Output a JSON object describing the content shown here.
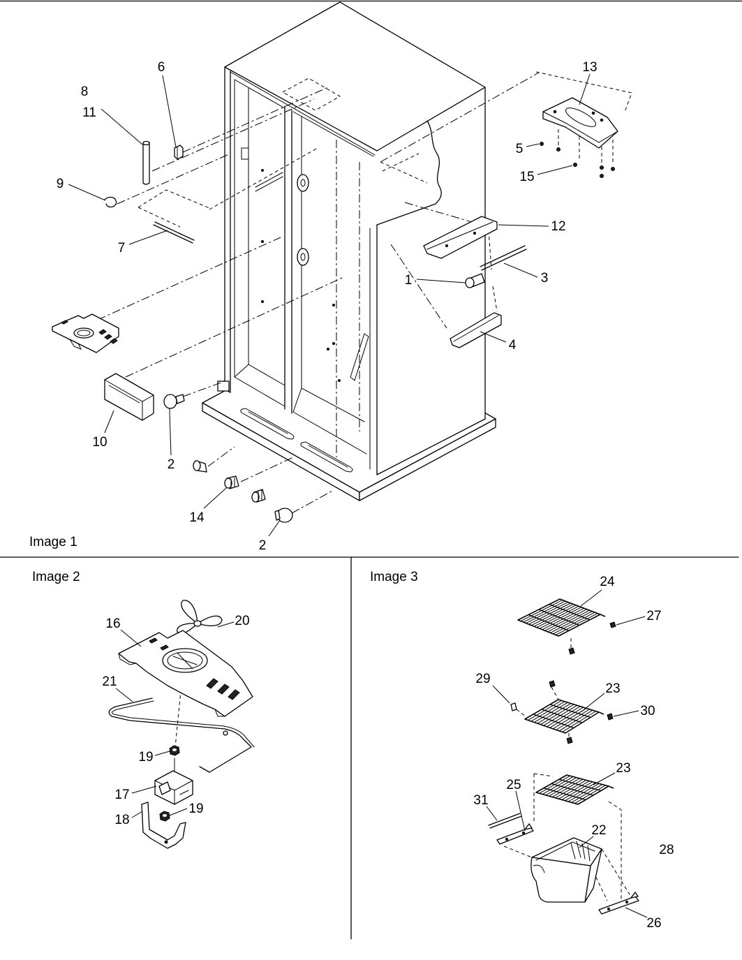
{
  "panels": {
    "image1": {
      "title": "Image 1",
      "callouts": [
        "6",
        "8",
        "11",
        "9",
        "7",
        "10",
        "2",
        "14",
        "2",
        "13",
        "5",
        "15",
        "12",
        "3",
        "1",
        "4"
      ]
    },
    "image2": {
      "title": "Image 2",
      "callouts": [
        "16",
        "20",
        "21",
        "19",
        "17",
        "18",
        "19"
      ]
    },
    "image3": {
      "title": "Image 3",
      "callouts": [
        "24",
        "27",
        "29",
        "23",
        "30",
        "23",
        "25",
        "31",
        "22",
        "28",
        "26"
      ]
    }
  }
}
